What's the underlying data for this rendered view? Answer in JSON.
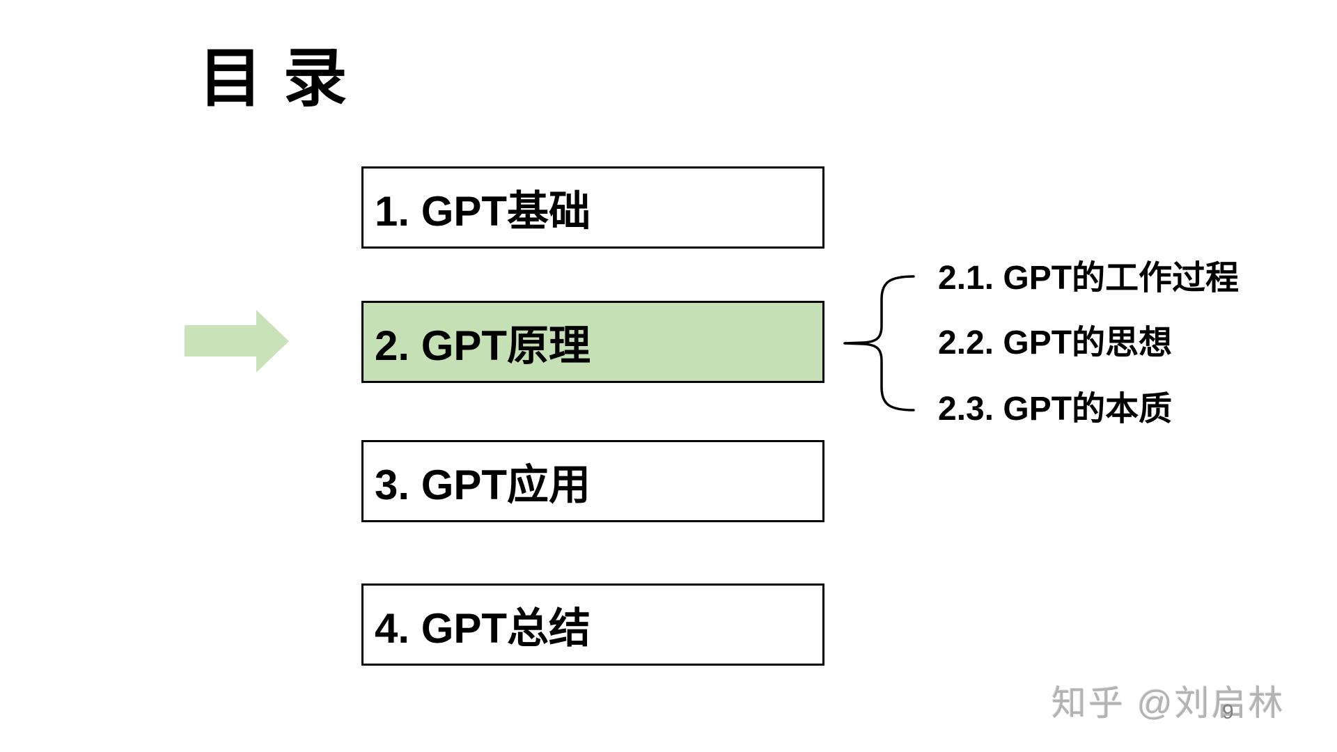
{
  "slide": {
    "title": "目 录",
    "page_number": "9",
    "watermark": "知乎 @刘启林",
    "colors": {
      "highlight_green": "#c5e0b4",
      "arrow_green": "#c9e2b7",
      "box_border": "#000000",
      "text_black": "#000000",
      "watermark_gray": "#b3b3b3"
    },
    "toc": [
      {
        "label": "1. GPT基础",
        "highlighted": false
      },
      {
        "label": "2. GPT原理",
        "highlighted": true
      },
      {
        "label": "3. GPT应用",
        "highlighted": false
      },
      {
        "label": "4. GPT总结",
        "highlighted": false
      }
    ],
    "subitems": [
      "2.1. GPT的工作过程",
      "2.2. GPT的思想",
      "2.3. GPT的本质"
    ]
  }
}
